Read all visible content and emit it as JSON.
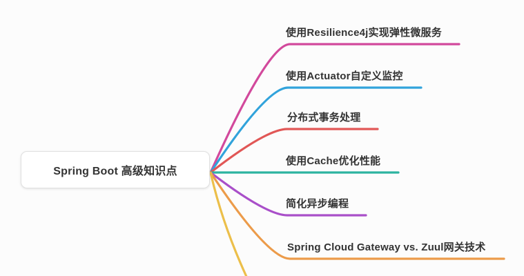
{
  "canvas": {
    "background": "#fcfcfc"
  },
  "mindmap": {
    "root": {
      "label": "Spring Boot 高级知识点",
      "background": "#ffffff",
      "border_color": "#e0e0e0",
      "text_color": "#333333"
    },
    "branches": [
      {
        "label": "使用Resilience4j实现弹性微服务",
        "color": "#d2499c"
      },
      {
        "label": "使用Actuator自定义监控",
        "color": "#31a3db"
      },
      {
        "label": "分布式事务处理",
        "color": "#e15756"
      },
      {
        "label": "使用Cache优化性能",
        "color": "#2db3a0"
      },
      {
        "label": "简化异步编程",
        "color": "#a94fc9"
      },
      {
        "label": "Spring Cloud Gateway vs. Zuul网关技术",
        "color": "#ec9b4a"
      },
      {
        "color": "#ecbf4a"
      }
    ]
  }
}
